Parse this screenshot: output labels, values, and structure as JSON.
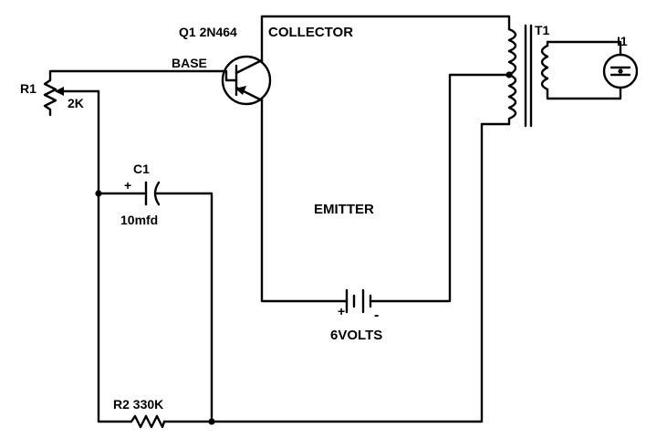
{
  "labels": {
    "q1": "Q1 2N464",
    "collector": "COLLECTOR",
    "base": "BASE",
    "emitter": "EMITTER",
    "r1": "R1",
    "r1_value": "2K",
    "c1": "C1",
    "c1_plus": "+",
    "c1_value": "10mfd",
    "t1": "T1",
    "i1": "I1",
    "battery_plus": "+",
    "battery_minus": "-",
    "battery_value": "6VOLTS",
    "r2": "R2 330K"
  },
  "colors": {
    "ink": "#000000",
    "background": "#ffffff"
  }
}
